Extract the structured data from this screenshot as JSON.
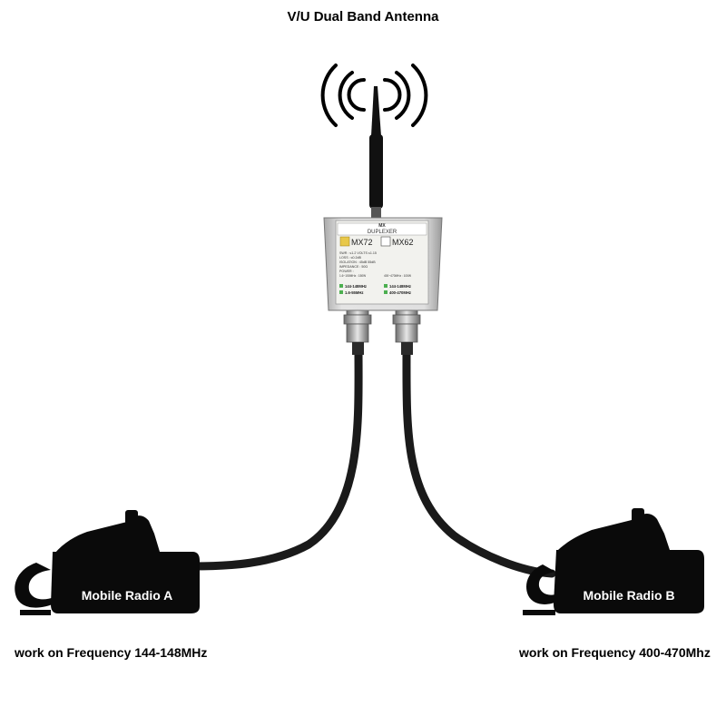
{
  "title": "V/U Dual Band Antenna",
  "duplexer": {
    "brand": "MX",
    "header": "DUPLEXER",
    "model_a": "MX72",
    "model_b": "MX62",
    "spec_lines": [
      "SWR : ≤1.2  VOLTS ≤1.15",
      "LOSS : ≤0.2dB",
      "ISOLATION : 45dB  55dB",
      "IMPEDANCE : 50Ω",
      "POWER :"
    ],
    "power_a": "1.6~150MHz : 150W",
    "power_b": "400~470MHz : 100W",
    "port_a": "144-148MHz",
    "port_a2": "1.6-55MHz",
    "port_b": "144-148MHz",
    "port_b2": "400-470MHz"
  },
  "radio_a": {
    "label": "Mobile Radio A",
    "caption": "work on Frequency 144-148MHz"
  },
  "radio_b": {
    "label": "Mobile Radio B",
    "caption": "work on Frequency 400-470Mhz"
  },
  "colors": {
    "radio_body": "#0a0a0a",
    "cable": "#1a1a1a",
    "duplexer_case": "#d8d8d8",
    "label_plate": "#f2f2ee",
    "indicator": "#e8c84a"
  }
}
